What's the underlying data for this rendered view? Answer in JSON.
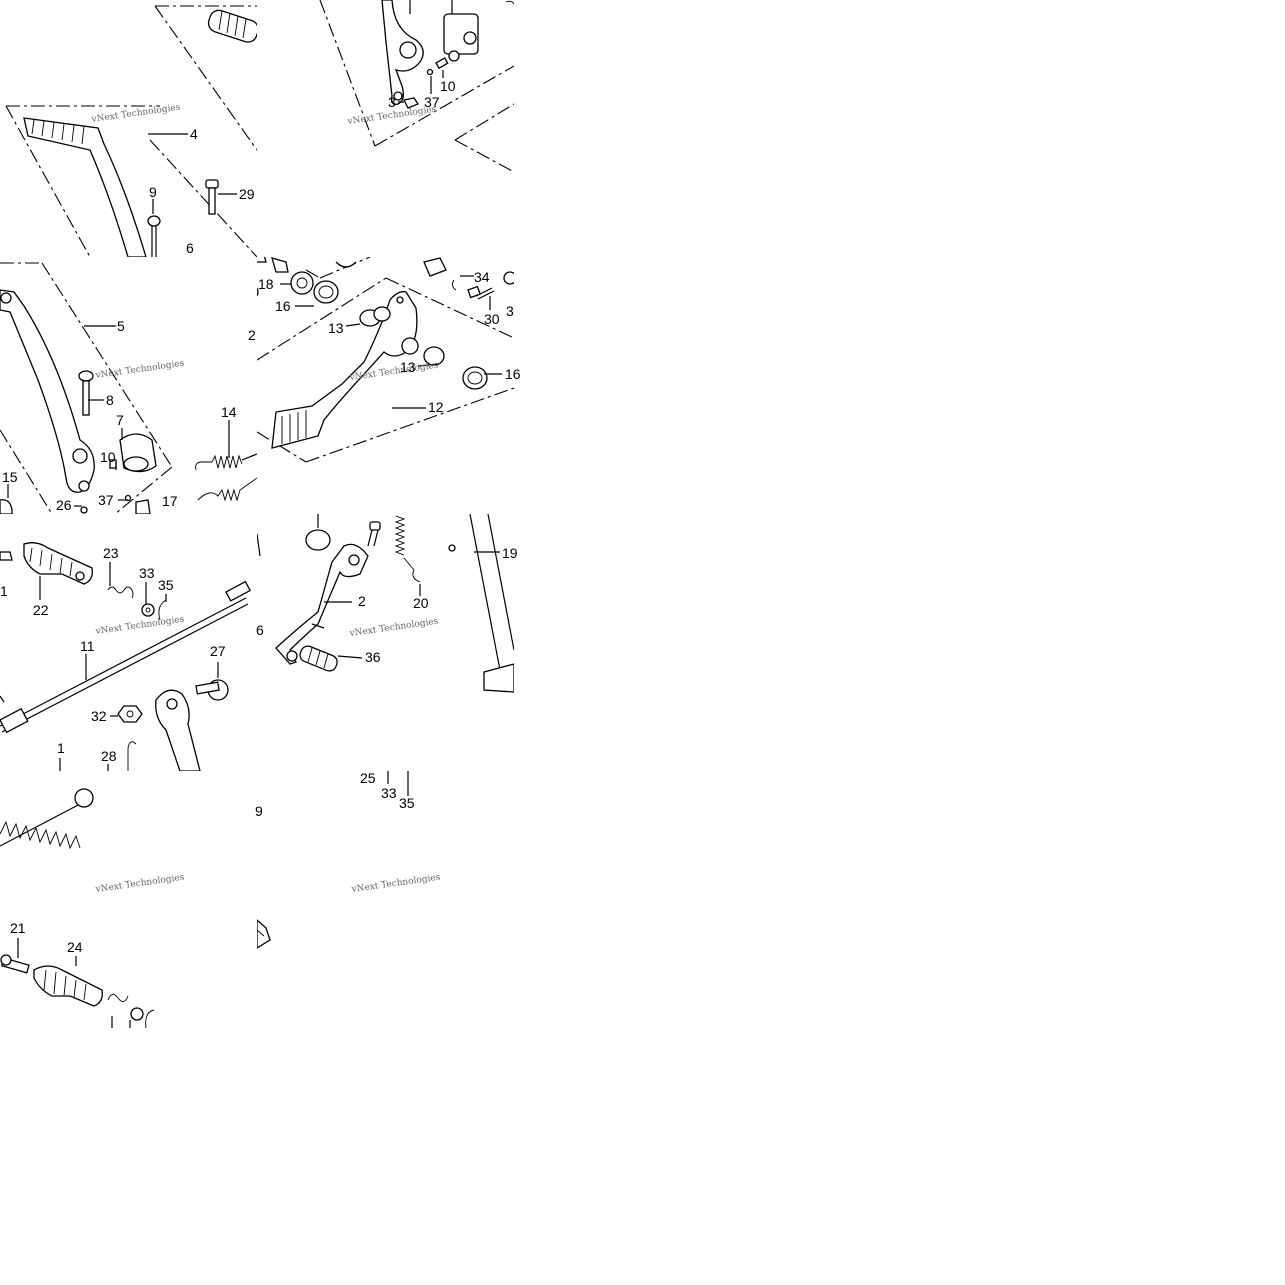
{
  "diagram": {
    "watermark": "vNext Technologies",
    "labels": [
      {
        "id": "t0-4",
        "text": "4"
      },
      {
        "id": "t0-9",
        "text": "9"
      },
      {
        "id": "t0-29",
        "text": "29"
      },
      {
        "id": "t0-6",
        "text": "6"
      },
      {
        "id": "t1-3",
        "text": "3"
      },
      {
        "id": "t1-37",
        "text": "37"
      },
      {
        "id": "t1-10",
        "text": "10"
      },
      {
        "id": "t2-5",
        "text": "5"
      },
      {
        "id": "t2-8",
        "text": "8"
      },
      {
        "id": "t2-7",
        "text": "7"
      },
      {
        "id": "t2-10",
        "text": "10"
      },
      {
        "id": "t2-37",
        "text": "37"
      },
      {
        "id": "t2-17",
        "text": "17"
      },
      {
        "id": "t2-26",
        "text": "26"
      },
      {
        "id": "t2-15",
        "text": "15"
      },
      {
        "id": "t2-14",
        "text": "14"
      },
      {
        "id": "t3-18",
        "text": "18"
      },
      {
        "id": "t3-16a",
        "text": "16"
      },
      {
        "id": "t3-2",
        "text": "2"
      },
      {
        "id": "t3-34",
        "text": "34"
      },
      {
        "id": "t3-30",
        "text": "30"
      },
      {
        "id": "t3-3",
        "text": "3"
      },
      {
        "id": "t3-13a",
        "text": "13"
      },
      {
        "id": "t3-13b",
        "text": "13"
      },
      {
        "id": "t3-16b",
        "text": "16"
      },
      {
        "id": "t3-12",
        "text": "12"
      },
      {
        "id": "t4-1",
        "text": "1"
      },
      {
        "id": "t4-22",
        "text": "22"
      },
      {
        "id": "t4-23",
        "text": "23"
      },
      {
        "id": "t4-33",
        "text": "33"
      },
      {
        "id": "t4-35",
        "text": "35"
      },
      {
        "id": "t4-11",
        "text": "11"
      },
      {
        "id": "t4-27",
        "text": "27"
      },
      {
        "id": "t4-32",
        "text": "32"
      },
      {
        "id": "t4-1b",
        "text": "1"
      },
      {
        "id": "t4-28",
        "text": "28"
      },
      {
        "id": "t5-2",
        "text": "2"
      },
      {
        "id": "t5-20",
        "text": "20"
      },
      {
        "id": "t5-19",
        "text": "19"
      },
      {
        "id": "t5-6",
        "text": "6"
      },
      {
        "id": "t5-36",
        "text": "36"
      },
      {
        "id": "t7-25",
        "text": "25"
      },
      {
        "id": "t7-33",
        "text": "33"
      },
      {
        "id": "t7-35",
        "text": "35"
      },
      {
        "id": "t7-9",
        "text": "9"
      },
      {
        "id": "t6-21",
        "text": "21"
      },
      {
        "id": "t6-24",
        "text": "24"
      }
    ]
  }
}
